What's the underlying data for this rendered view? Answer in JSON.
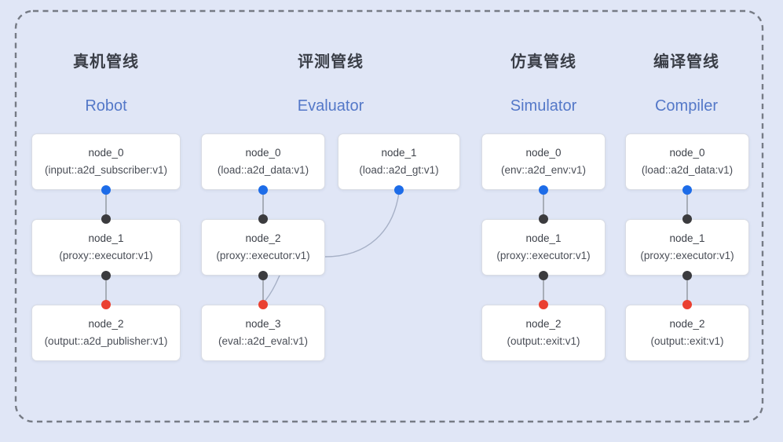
{
  "diagram": {
    "kind": "node-graph pipelines",
    "colors": {
      "background": "#e0e6f6",
      "boundary_dash": "#767b85",
      "node_fill": "#ffffff",
      "node_border": "#d9dce4",
      "edge": "#8f959e",
      "cross_edge": "#a6b0c6",
      "port_blue": "#1d6ce8",
      "port_black": "#3b3b3e",
      "port_red": "#ea4031",
      "title_zh": "#3a3e47",
      "title_en": "#5478c8"
    }
  },
  "pipelines": [
    {
      "title_zh": "真机管线",
      "title_en": "Robot",
      "nodes": [
        {
          "name": "node_0",
          "type": "(input::a2d_subscriber:v1)"
        },
        {
          "name": "node_1",
          "type": "(proxy::executor:v1)"
        },
        {
          "name": "node_2",
          "type": "(output::a2d_publisher:v1)"
        }
      ]
    },
    {
      "title_zh": "评测管线",
      "title_en": "Evaluator",
      "nodes": [
        {
          "name": "node_0",
          "type": "(load::a2d_data:v1)"
        },
        {
          "name": "node_1",
          "type": "(load::a2d_gt:v1)"
        },
        {
          "name": "node_2",
          "type": "(proxy::executor:v1)"
        },
        {
          "name": "node_3",
          "type": "(eval::a2d_eval:v1)"
        }
      ]
    },
    {
      "title_zh": "仿真管线",
      "title_en": "Simulator",
      "nodes": [
        {
          "name": "node_0",
          "type": "(env::a2d_env:v1)"
        },
        {
          "name": "node_1",
          "type": "(proxy::executor:v1)"
        },
        {
          "name": "node_2",
          "type": "(output::exit:v1)"
        }
      ]
    },
    {
      "title_zh": "编译管线",
      "title_en": "Compiler",
      "nodes": [
        {
          "name": "node_0",
          "type": "(load::a2d_data:v1)"
        },
        {
          "name": "node_1",
          "type": "(proxy::executor:v1)"
        },
        {
          "name": "node_2",
          "type": "(output::exit:v1)"
        }
      ]
    }
  ]
}
